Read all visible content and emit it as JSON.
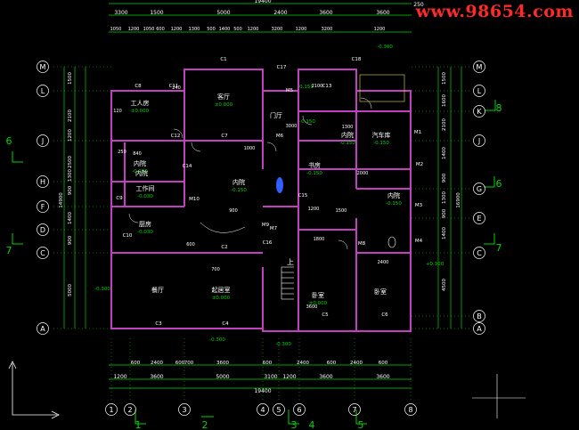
{
  "watermark": "www.98654.com",
  "top_total": "19400",
  "bottom_total": "19400",
  "top_right_label": "250",
  "colors": {
    "wall": "#c040c0",
    "dim": "#00d400",
    "text": "#ffffff",
    "label": "#ffffff",
    "watermark": "#ff2a2a",
    "blue": "#3060ff",
    "yellow": "#e0e040"
  },
  "top_dims_row1": [
    "3300",
    "1500",
    "5000",
    "2400",
    "3600",
    "3600"
  ],
  "top_dims_row2": [
    "1050",
    "1200",
    "1050",
    "600",
    "1200",
    "1300",
    "500",
    "1400",
    "500",
    "1200",
    "3200",
    "1200",
    "3200",
    "1200"
  ],
  "bottom_dims_row1": [
    "600",
    "2400",
    "600",
    "700",
    "3600",
    "600",
    "2400",
    "600",
    "2400",
    "600"
  ],
  "bottom_dims_row2": [
    "1200",
    "3600",
    "5000",
    "3100",
    "1200",
    "3600",
    "3600"
  ],
  "left_dims": [
    "1500",
    "2100",
    "1200",
    "2500",
    "1300",
    "900",
    "1400",
    "900",
    "5000"
  ],
  "left_total": "14900",
  "right_dims": [
    "1500",
    "1600",
    "2100",
    "1400",
    "900",
    "1300",
    "900",
    "1400",
    "4500"
  ],
  "right_total": "16900",
  "axis_rows_left": [
    "M",
    "L",
    "J",
    "H",
    "F",
    "D",
    "C",
    "A"
  ],
  "axis_rows_right": [
    "M",
    "L",
    "K",
    "J",
    "G",
    "E",
    "C",
    "B",
    "A"
  ],
  "axis_cols_bottom": [
    "1",
    "2",
    "3",
    "4",
    "5",
    "6",
    "7",
    "8"
  ],
  "section_marks": {
    "left_top": "6",
    "left_bottom": "7",
    "right_top": "8",
    "right_6": "6",
    "right_7": "7",
    "bottom_1": "1",
    "bottom_2": "2",
    "bottom_3": "3",
    "bottom_4": "4",
    "bottom_5": "5"
  },
  "rooms": [
    {
      "name": "客厅",
      "elev": "±0.000"
    },
    {
      "name": "工人房",
      "elev": "±0.000"
    },
    {
      "name": "门厅",
      "elev": ""
    },
    {
      "name": "内院",
      "elev": "-0.150"
    },
    {
      "name": "书房",
      "elev": "-0.150"
    },
    {
      "name": "汽车库",
      "elev": "-0.150"
    },
    {
      "name": "内院",
      "elev": "-0.150"
    },
    {
      "name": "内院",
      "elev": "-0.150"
    },
    {
      "name": "工作间",
      "elev": "-0.030"
    },
    {
      "name": "厨房",
      "elev": "-0.030"
    },
    {
      "name": "内院",
      "elev": "-0.150"
    },
    {
      "name": "内院",
      "elev": ""
    },
    {
      "name": "餐厅",
      "elev": ""
    },
    {
      "name": "起居室",
      "elev": "±0.000"
    },
    {
      "name": "卧室",
      "elev": "±0.000"
    },
    {
      "name": "卧室",
      "elev": ""
    }
  ],
  "elevations": [
    "-0.300",
    "-0.300",
    "-0.300",
    "-0.300",
    "-0.150",
    "-0.150",
    "+0.300"
  ],
  "stair_label": "上",
  "opening_labels": [
    "C1",
    "C2",
    "C3",
    "C4",
    "C5",
    "C6",
    "C7",
    "C8",
    "C9",
    "C10",
    "C11",
    "C12",
    "C13",
    "C14",
    "C15",
    "C16",
    "C17",
    "C18",
    "M1",
    "M2",
    "M3",
    "M4",
    "M5",
    "M6",
    "M7",
    "M8",
    "M9",
    "M10"
  ],
  "small_dims": [
    "120",
    "240",
    "600",
    "700",
    "900",
    "1000",
    "1200",
    "1500",
    "2400",
    "3600",
    "1800",
    "3000",
    "2000",
    "1300",
    "2100",
    "250",
    "840"
  ]
}
